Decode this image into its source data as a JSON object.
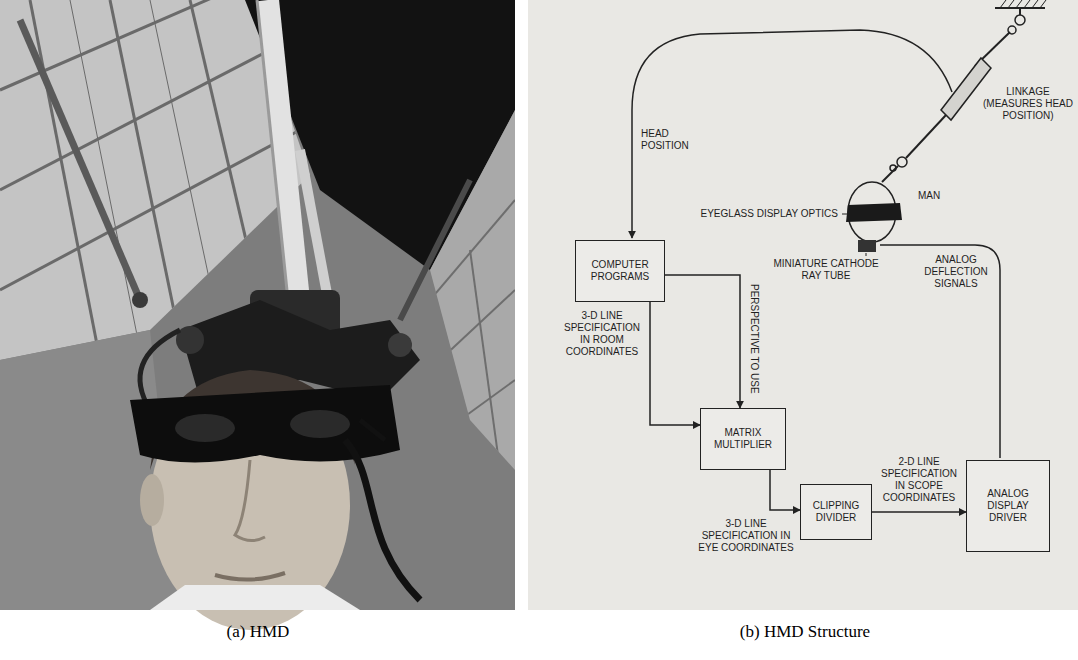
{
  "diagram": {
    "nodes": [
      {
        "text": [
          "COMPUTER PROGRAMS"
        ]
      },
      {
        "text": [
          "MATRIX MULTIPLIER"
        ]
      },
      {
        "text": [
          "CLIPPING DIVIDER"
        ]
      },
      {
        "text": [
          "ANALOG DISPLAY DRIVER"
        ]
      }
    ],
    "edges": [
      {
        "from": 0,
        "to": 1,
        "label": "3-D LINE SPECIFICATION IN ROOM COORDINATES",
        "arrow": "to"
      },
      {
        "from": 0,
        "to": 1,
        "label": "PERSPECTIVE TO USE",
        "arrow": "to"
      },
      {
        "from": 1,
        "to": 2,
        "label": "3-D LINE SPECIFICATION IN EYE COORDINATES",
        "arrow": "to"
      },
      {
        "from": 2,
        "to": 3,
        "label": "2-D LINE SPECIFICATION IN SCOPE COORDINATES",
        "arrow": "to"
      }
    ],
    "labels": [
      "HEAD POSITION",
      "LINKAGE (MEASURES HEAD POSITION)",
      "MAN",
      "EYEGLASS DISPLAY OPTICS",
      "MINIATURE CATHODE RAY TUBE",
      "ANALOG DEFLECTION SIGNALS",
      "(a) HMD",
      "(b) HMD Structure"
    ]
  }
}
